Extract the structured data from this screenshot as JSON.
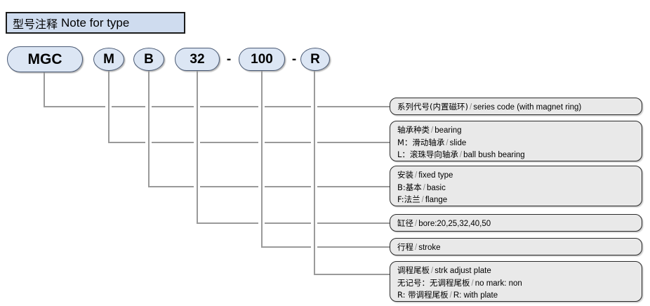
{
  "header": {
    "title_cn": "型号注释",
    "title_en": "Note for type"
  },
  "model_code": {
    "full": "MGC-M-B-32-100-R",
    "segments": [
      {
        "id": "series",
        "label": "MGC"
      },
      {
        "id": "bearing",
        "label": "M"
      },
      {
        "id": "fixed_type",
        "label": "B"
      },
      {
        "id": "bore",
        "label": "32"
      },
      {
        "id": "stroke",
        "label": "100"
      },
      {
        "id": "adjust_plate",
        "label": "R"
      }
    ],
    "separator": "-"
  },
  "descriptions": [
    {
      "id": "series",
      "lines": [
        {
          "cn": "系列代号(内置磁环)",
          "sep": "/",
          "en": "series code (with magnet ring)"
        }
      ]
    },
    {
      "id": "bearing",
      "lines": [
        {
          "cn": "轴承种类",
          "sep": "/",
          "en": "bearing"
        },
        {
          "cn": "M：滑动轴承",
          "sep": "/",
          "en": "slide"
        },
        {
          "cn": "L：滚珠导向轴承",
          "sep": "/",
          "en": "ball bush bearing"
        }
      ]
    },
    {
      "id": "fixed_type",
      "lines": [
        {
          "cn": "安装",
          "sep": "/",
          "en": "fixed type"
        },
        {
          "cn": "B:基本",
          "sep": "/",
          "en": "basic"
        },
        {
          "cn": "F:法兰",
          "sep": "/",
          "en": "flange"
        }
      ]
    },
    {
      "id": "bore",
      "lines": [
        {
          "cn": "缸径",
          "sep": "/",
          "en": "bore:20,25,32,40,50"
        }
      ]
    },
    {
      "id": "stroke",
      "lines": [
        {
          "cn": "行程",
          "sep": "/",
          "en": "stroke"
        }
      ]
    },
    {
      "id": "adjust_plate",
      "lines": [
        {
          "cn": "调程尾板",
          "sep": "/",
          "en": "strk adjust plate"
        },
        {
          "cn": "无记号：无调程尾板",
          "sep": "/",
          "en": "no mark: non"
        },
        {
          "cn": "R: 带调程尾板",
          "sep": "/",
          "en": "R: with plate"
        }
      ]
    }
  ],
  "colors": {
    "title_fill": "#cfdcef",
    "capsule_fill": "#dce6f4",
    "capsule_border": "#4a5a75",
    "desc_fill": "#e9e9e9",
    "desc_border": "#2a2a2a",
    "leader_line": "#9a9a9a"
  }
}
